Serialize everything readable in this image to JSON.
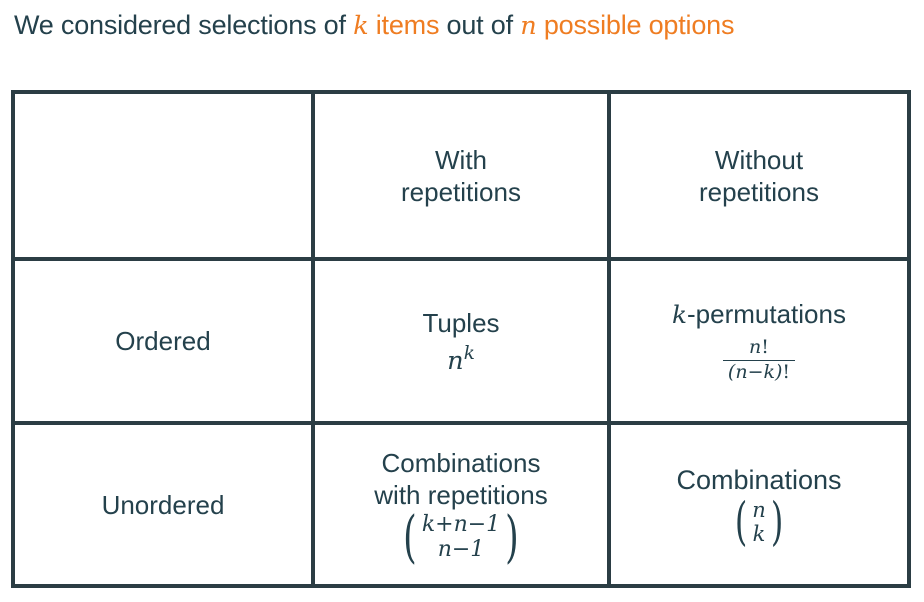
{
  "colors": {
    "text": "#24414c",
    "accent": "#ef7d22",
    "border": "#2b3d44",
    "background": "#ffffff"
  },
  "title": {
    "part1": "We considered selections of ",
    "var_k": "k",
    "part2": " items",
    "part3": " out of ",
    "var_n": "n",
    "part4": " possible options"
  },
  "table": {
    "header": {
      "corner": "",
      "with_repetitions": "With\nrepetitions",
      "without_repetitions": "Without\nrepetitions"
    },
    "rows": [
      {
        "row_label": "Ordered",
        "with_repetitions": {
          "name": "Tuples",
          "formula_text": "n^k",
          "base": "n",
          "exponent": "k"
        },
        "without_repetitions": {
          "name_var": "k",
          "name_rest": "-permutations",
          "formula_text": "n! / (n-k)!",
          "numerator_var": "n",
          "numerator_sym": "!",
          "denominator": "(n−k)",
          "denominator_sym": "!"
        }
      },
      {
        "row_label": "Unordered",
        "with_repetitions": {
          "name": "Combinations\nwith repetitions",
          "formula_text": "(k+n-1 choose n-1)",
          "top": "k+n−1",
          "bottom": "n−1",
          "paren_left": "(",
          "paren_right": ")"
        },
        "without_repetitions": {
          "name": "Combinations",
          "formula_text": "(n choose k)",
          "top": "n",
          "bottom": "k",
          "paren_left": "(",
          "paren_right": ")"
        }
      }
    ]
  }
}
